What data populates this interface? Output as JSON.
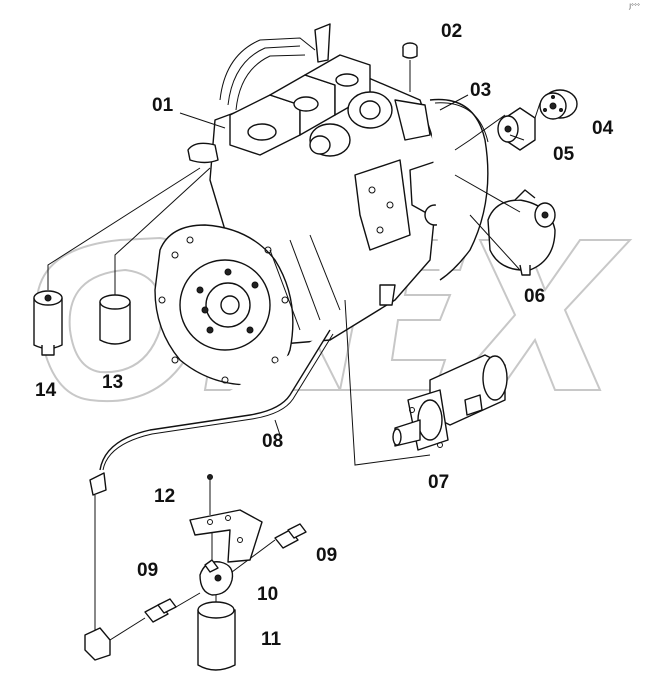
{
  "diagram": {
    "corner_mark": "J°°°",
    "watermark_text": "OREX",
    "callouts": [
      {
        "id": "01",
        "label": "01"
      },
      {
        "id": "02",
        "label": "02"
      },
      {
        "id": "03",
        "label": "03"
      },
      {
        "id": "04",
        "label": "04"
      },
      {
        "id": "05",
        "label": "05"
      },
      {
        "id": "06",
        "label": "06"
      },
      {
        "id": "07",
        "label": "07"
      },
      {
        "id": "08",
        "label": "08"
      },
      {
        "id": "09a",
        "label": "09"
      },
      {
        "id": "09b",
        "label": "09"
      },
      {
        "id": "10",
        "label": "10"
      },
      {
        "id": "11",
        "label": "11"
      },
      {
        "id": "12",
        "label": "12"
      },
      {
        "id": "13",
        "label": "13"
      },
      {
        "id": "14",
        "label": "14"
      }
    ]
  }
}
